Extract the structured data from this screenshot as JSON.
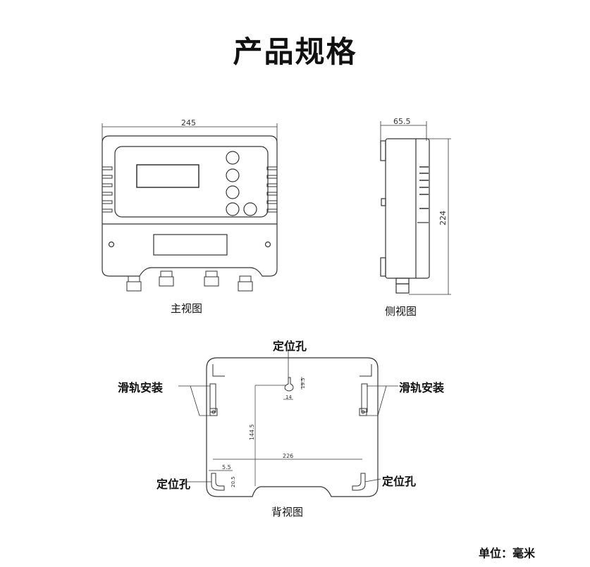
{
  "title": "产品规格",
  "front_view": {
    "caption": "主视图",
    "width_dim": "245"
  },
  "side_view": {
    "caption": "侧视图",
    "depth_dim": "65.5",
    "height_dim": "224"
  },
  "back_view": {
    "caption": "背视图",
    "locating_hole_label": "定位孔",
    "rail_mount_label": "滑轨安装",
    "dims": {
      "hole_width": "14",
      "hole_height": "19.5",
      "vertical": "144.5",
      "horizontal": "226",
      "offset": "5.5",
      "corner": "20.5"
    }
  },
  "unit": "单位：毫米"
}
